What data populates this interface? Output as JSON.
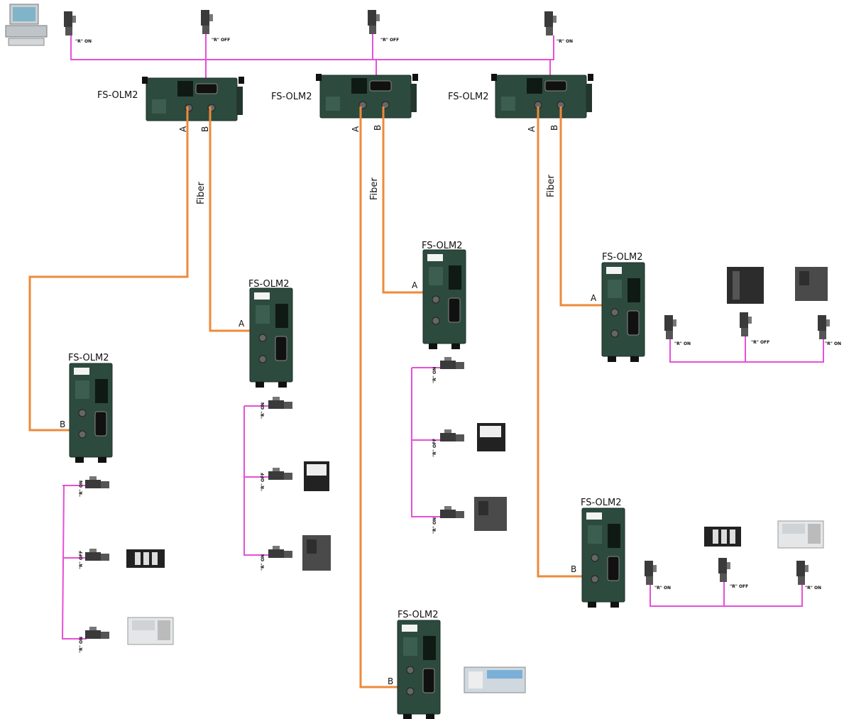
{
  "labels": {
    "module": "FS-OLM2",
    "port_a": "A",
    "port_b": "B",
    "fiber": "Fiber",
    "term_on": "\"R\" ON",
    "term_off": "\"R\" OFF"
  },
  "icons": [
    "pc-icon",
    "dp-connector-icon",
    "fs-olm2-module-icon",
    "plc-rack-icon",
    "compact-plc-icon",
    "io-module-icon",
    "hmi-panel-icon",
    "remote-io-icon"
  ],
  "colors": {
    "fiber": "#ee8a3a",
    "profibus": "#e64fd8",
    "module": "#2d4a3e"
  }
}
